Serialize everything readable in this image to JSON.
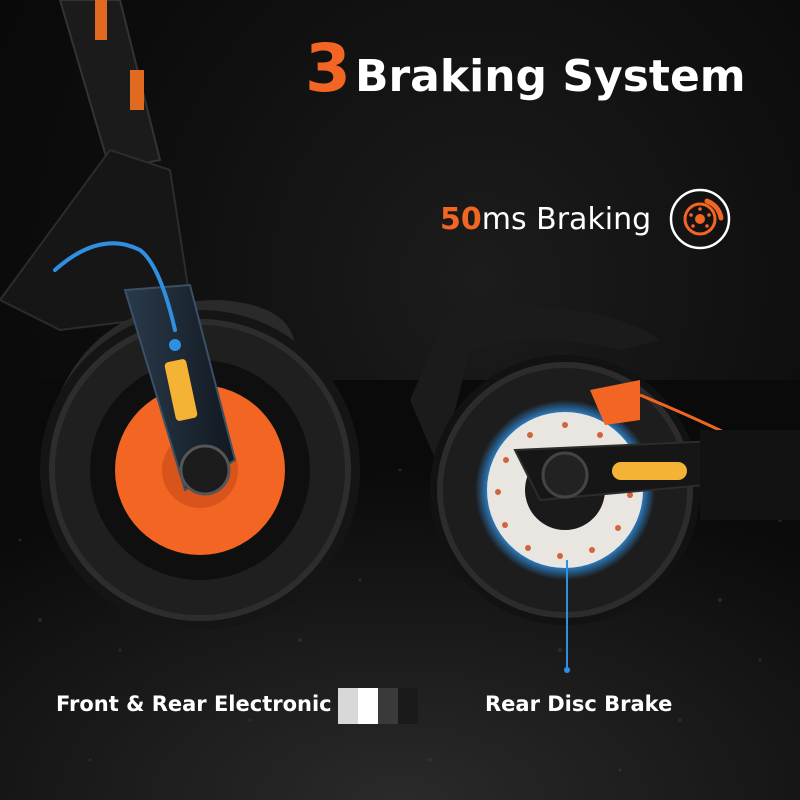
{
  "headline": {
    "number": "3",
    "text": "Braking System"
  },
  "feature": {
    "number": "50",
    "text": "ms Braking",
    "icon": "disc-brake-icon"
  },
  "labels": {
    "front": "Front & Rear Electronic B",
    "rear": "Rear Disc Brake"
  },
  "colors": {
    "accent": "#f26522",
    "highlight": "#2f8fe0",
    "text": "#ffffff",
    "background": "#0b0b0b"
  }
}
